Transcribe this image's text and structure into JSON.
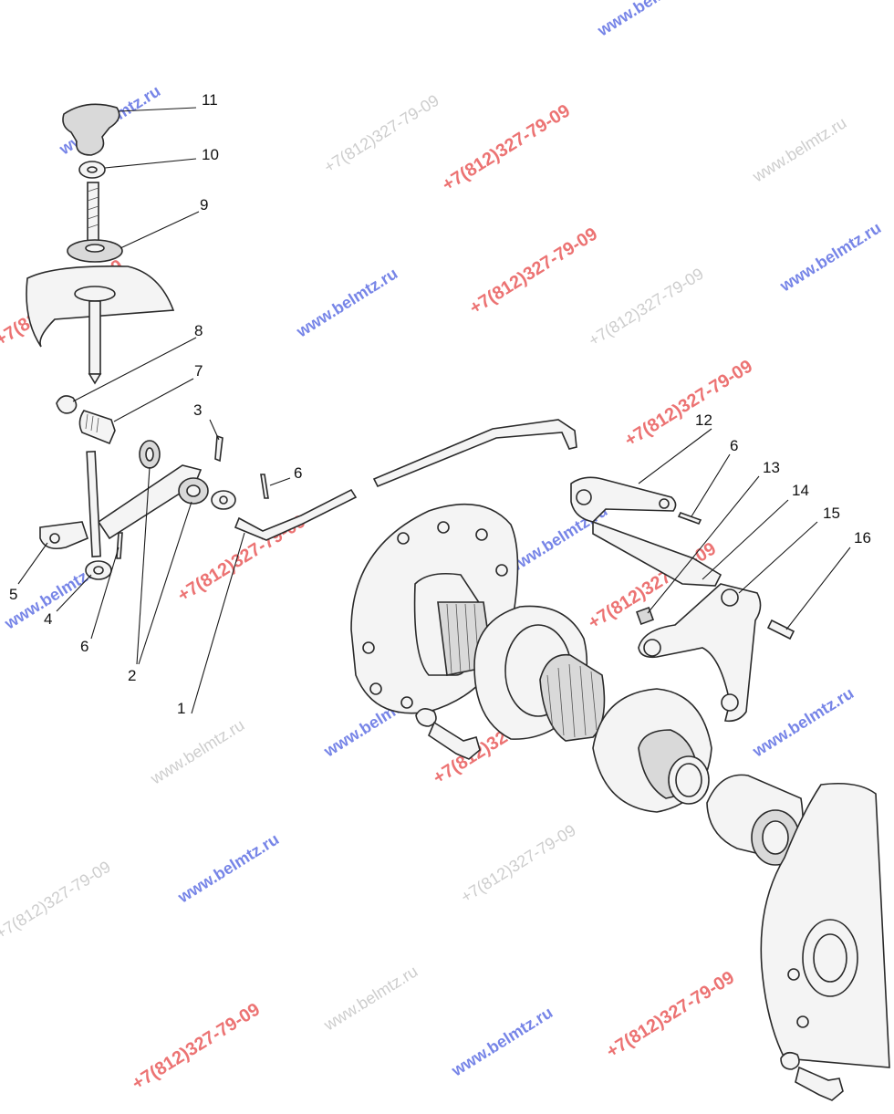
{
  "callouts": [
    "1",
    "2",
    "3",
    "4",
    "5",
    "6",
    "6",
    "6",
    "7",
    "8",
    "9",
    "10",
    "11",
    "12",
    "13",
    "14",
    "15",
    "16"
  ],
  "watermarks": {
    "site": "www.belmtz.ru",
    "phone": "+7(812)327-79-09"
  },
  "colors": {
    "watermark_site": "#4a5de0",
    "watermark_phone": "#e64545",
    "watermark_ghost": "#b8b8b8",
    "line": "#2a2a2a"
  }
}
